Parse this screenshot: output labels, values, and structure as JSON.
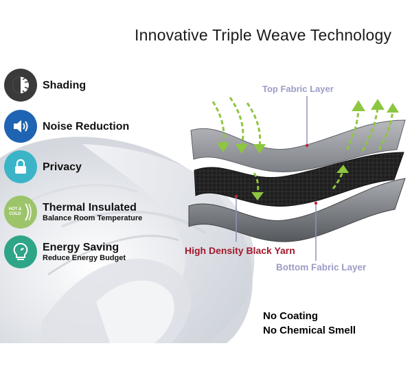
{
  "title": "Innovative Triple Weave Technology",
  "features": [
    {
      "name": "Shading",
      "sub": "",
      "icon": "sun-shade-icon",
      "color": "#3a3a3a"
    },
    {
      "name": "Noise Reduction",
      "sub": "",
      "icon": "speaker-icon",
      "color": "#1f64b3"
    },
    {
      "name": "Privacy",
      "sub": "",
      "icon": "lock-icon",
      "color": "#3cb4c8"
    },
    {
      "name": "Thermal Insulated",
      "sub": "Balance Room Temperature",
      "icon": "hot-cold-icon",
      "icon_text": "HOT & COLD",
      "color": "#9dc46a"
    },
    {
      "name": "Energy Saving",
      "sub": "Reduce Energy Budget",
      "icon": "bulb-icon",
      "color": "#2fa587"
    }
  ],
  "diagram": {
    "top_label": "Top Fabric Layer",
    "middle_label": "High Density Black Yarn",
    "bottom_label": "Bottom Fabric Layer",
    "top_label_color": "#9c9cc6",
    "middle_label_color": "#a3182a",
    "bottom_label_color": "#9c9cc6"
  },
  "notes": [
    "No Coating",
    "No Chemical Smell"
  ]
}
